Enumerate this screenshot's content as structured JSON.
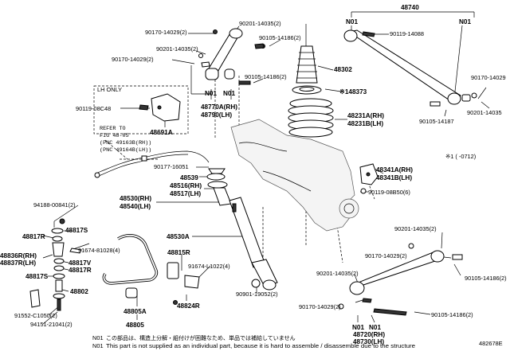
{
  "labels": {
    "n90170_14029_a": "90170-14029(2)",
    "n90201_14035_a": "90201-14035(2)",
    "n90105_14186_a": "90105-14186(2)",
    "n90201_14035_b": "90201-14035(2)",
    "n90170_14029_b": "90170-14029(2)",
    "n90105_14186_b": "90105-14186(2)",
    "n01_a": "N01",
    "n01_b": "N01",
    "n48770a": "48770A(RH)",
    "n48790": "48790(LH)",
    "n48740": "48740",
    "n01_c": "N01",
    "n01_d": "N01",
    "n90119_14088": "90119-14088",
    "n48302": "48302",
    "n48373": "※148373",
    "n48231a": "48231A(RH)",
    "n48231b": "48231B(LH)",
    "n90170_14029_c": "90170-14029",
    "n90201_14035_c": "90201-14035",
    "n90105_14187": "90105-14187",
    "lh_only": "LH ONLY",
    "n90119_08c48": "90119-08C48",
    "n48691a": "48691A",
    "refer_1": "REFER TO",
    "refer_2": "FIG 48-05",
    "refer_3": "(PNC 49163B(RH))",
    "refer_4": "(PNC 49164B(LH))",
    "note_range": "※1 (      -0712)",
    "n90177_16051": "90177-16051",
    "n48539": "48539",
    "n48516": "48516(RH)",
    "n48517": "48517(LH)",
    "n48530": "48530(RH)",
    "n48540": "48540(LH)",
    "n48341a": "48341A(RH)",
    "n48341b": "48341B(LH)",
    "n90119_08b50": "90119-08B50(6)",
    "n94188_00841": "94188-00841(2)",
    "n48817s_a": "48817S",
    "n48817r_a": "48817R",
    "n91674_81028": "91674-81028(4)",
    "n48530a": "48530A",
    "n48836r": "48836R(RH)",
    "n48837r": "48837R(LH)",
    "n48817v": "48817V",
    "n48817r_b": "48817R",
    "n48815r": "48815R",
    "n91674_l1022": "91674-L1022(4)",
    "n48817s_b": "48817S",
    "n48802": "48802",
    "n91552_c1050": "91552-C1050(2)",
    "n94151_21041": "94151-21041(2)",
    "n48805a": "48805A",
    "n48824r": "48824R",
    "n48805": "48805",
    "n90901_19052": "90901-19052(2)",
    "n90201_14035_d": "90201-14035(2)",
    "n90170_14029_d": "90170-14029(2)",
    "n90105_14186_c": "90105-14186(2)",
    "n90201_14035_e": "90201-14035(2)",
    "n90170_14029_e": "90170-14029(2)",
    "n90105_14186_d": "90105-14186(2)",
    "n01_e": "N01",
    "n01_f": "N01",
    "n48720": "48720(RH)",
    "n48730": "48730(LH)"
  },
  "footer": {
    "note_jp_code": "N01",
    "note_jp_text": "この部品は、構造上分解・組付けが困難なため、単品では補給していません",
    "note_en_code": "N01",
    "note_en_text": "This part is not supplied as an individual part, because it is hard to assemble / disassemble due to the structure",
    "diagram_id": "482678E"
  },
  "colors": {
    "ink": "#000000",
    "background": "#ffffff"
  }
}
